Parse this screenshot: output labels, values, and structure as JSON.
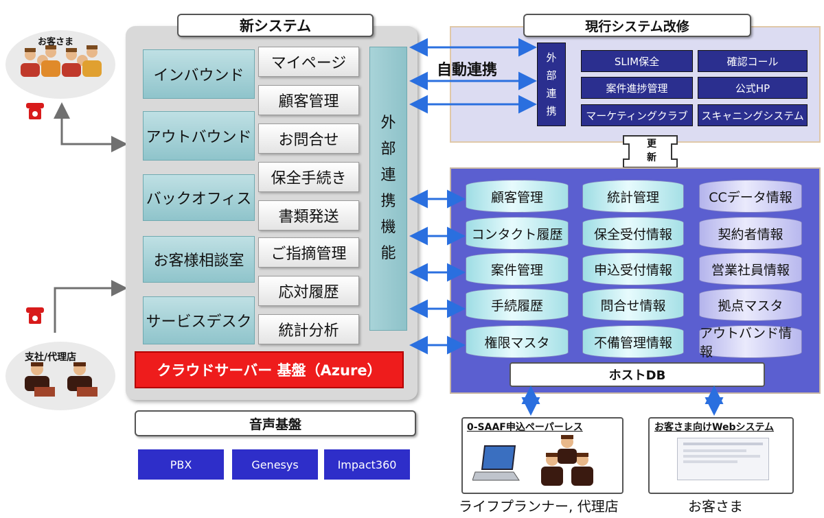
{
  "new_system": {
    "title": "新システム",
    "channels": [
      "インバウンド",
      "アウトバウンド",
      "バックオフィス",
      "お客様相談室",
      "サービスデスク"
    ],
    "functions": [
      "マイページ",
      "顧客管理",
      "お問合せ",
      "保全手続き",
      "書類発送",
      "ご指摘管理",
      "応対履歴",
      "統計分析"
    ],
    "external_label": [
      "外",
      "部",
      "連",
      "携",
      "機",
      "能"
    ],
    "cloud": "クラウドサーバー 基盤（Azure）"
  },
  "voice": {
    "title": "音声基盤",
    "items": [
      "PBX",
      "Genesys",
      "Impact360"
    ]
  },
  "current_system": {
    "title": "現行システム改修",
    "auto_link": "自動連携",
    "external_label": [
      "外",
      "部",
      "連",
      "携"
    ],
    "items": [
      "SLIM保全",
      "確認コール",
      "案件進捗管理",
      "公式HP",
      "マーケティングクラブ",
      "スキャニングシステム"
    ],
    "update_label": [
      "更",
      "新"
    ]
  },
  "databases": {
    "col1": [
      "顧客管理",
      "コンタクト履歴",
      "案件管理",
      "手続履歴",
      "権限マスタ"
    ],
    "col2": [
      "統計管理",
      "保全受付情報",
      "申込受付情報",
      "問合せ情報",
      "不備管理情報"
    ],
    "col3": [
      "CCデータ情報",
      "契約者情報",
      "営業社員情報",
      "拠点マスタ",
      "アウトバンド情報"
    ],
    "host": "ホストDB"
  },
  "customers": {
    "label": "お客さま"
  },
  "agents": {
    "label": "支社/代理店"
  },
  "paperless": {
    "title": "0-SAAF申込ペーパーレス",
    "caption": "ライフプランナー, 代理店"
  },
  "web_system": {
    "title": "お客さま向けWebシステム",
    "caption": "お客さま"
  },
  "colors": {
    "red": "#ee1c1c",
    "navy": "#2b2f8f",
    "db_panel": "#5b5fd0",
    "teal": "#8fc4cb"
  }
}
